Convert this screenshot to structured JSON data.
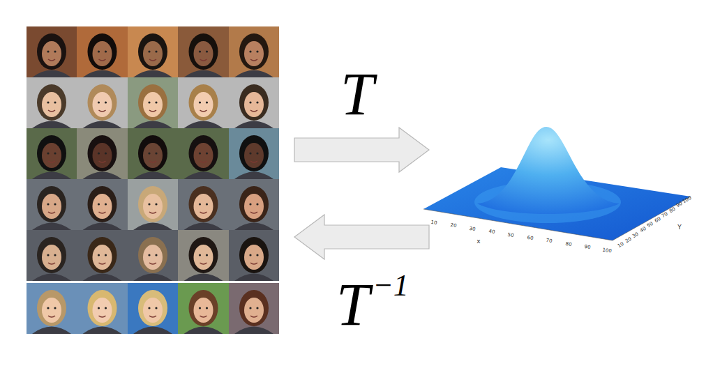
{
  "diagram": {
    "labels": [
      "T",
      "T",
      "−1",
      "x",
      "Y",
      "10",
      "20",
      "30",
      "40",
      "50",
      "60",
      "70",
      "80",
      "90",
      "100",
      "10",
      "20",
      "30",
      "40",
      "50",
      "60",
      "70",
      "80",
      "90",
      "100"
    ]
  }
}
